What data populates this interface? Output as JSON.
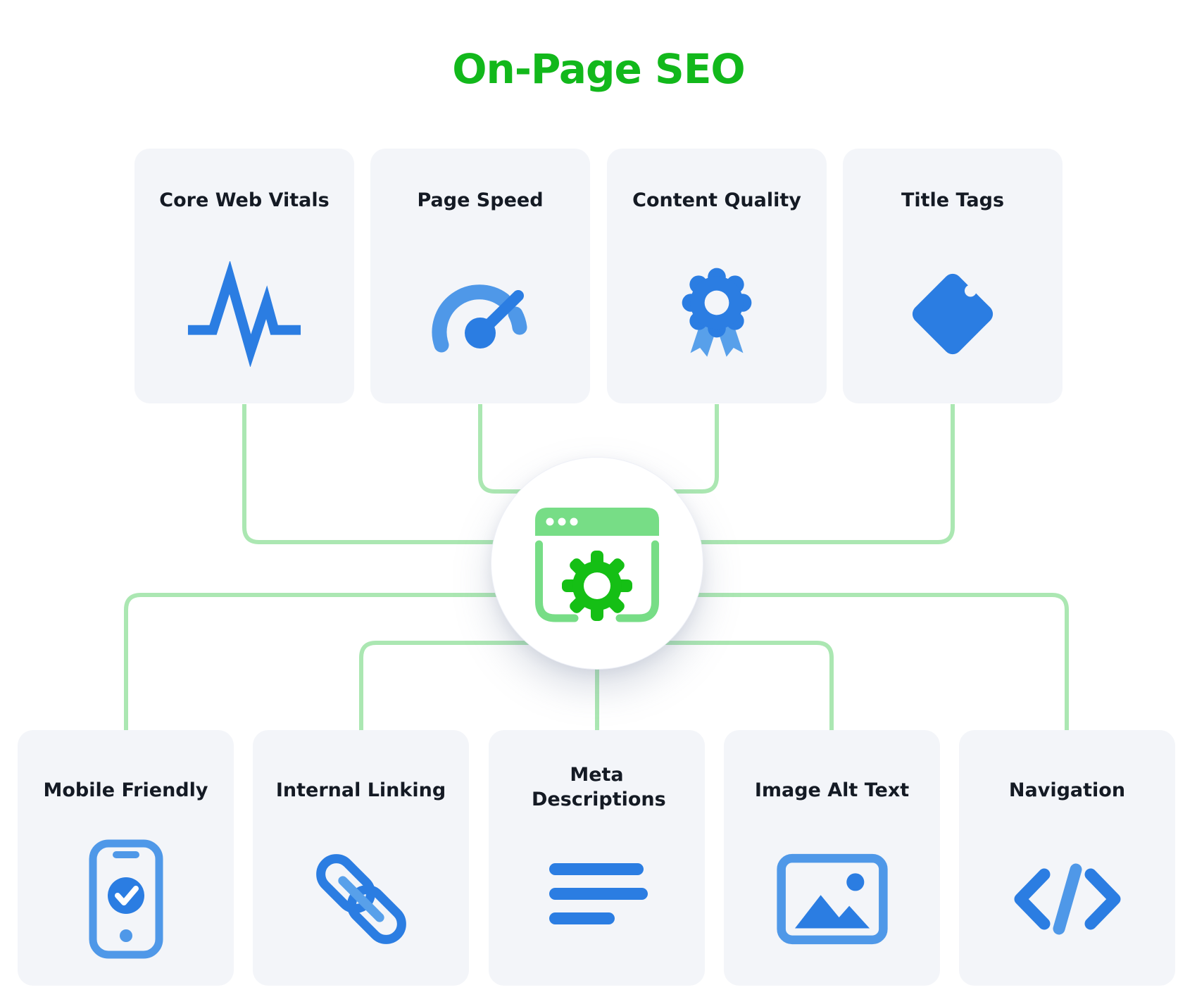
{
  "title": {
    "text": "On-Page SEO",
    "color": "#12b81b"
  },
  "center": {
    "icon": "browser-gear-icon",
    "window_color": "#77dd86",
    "gear_color": "#15bf15"
  },
  "style": {
    "connector_color": "#abe7b2",
    "card_background": "#f3f5f9",
    "label_color": "#141a24",
    "icon_primary_blue": "#2b7de2",
    "icon_light_blue": "#4f98e8"
  },
  "cards": {
    "top": [
      {
        "label": "Core Web Vitals",
        "icon": "pulse-icon"
      },
      {
        "label": "Page Speed",
        "icon": "speedometer-icon"
      },
      {
        "label": "Content Quality",
        "icon": "award-icon"
      },
      {
        "label": "Title Tags",
        "icon": "tag-icon"
      }
    ],
    "bottom": [
      {
        "label": "Mobile Friendly",
        "icon": "phone-check-icon"
      },
      {
        "label": "Internal Linking",
        "icon": "chain-link-icon"
      },
      {
        "label": "Meta Descriptions",
        "icon": "text-lines-icon"
      },
      {
        "label": "Image Alt Text",
        "icon": "image-icon"
      },
      {
        "label": "Navigation",
        "icon": "code-icon"
      }
    ]
  }
}
